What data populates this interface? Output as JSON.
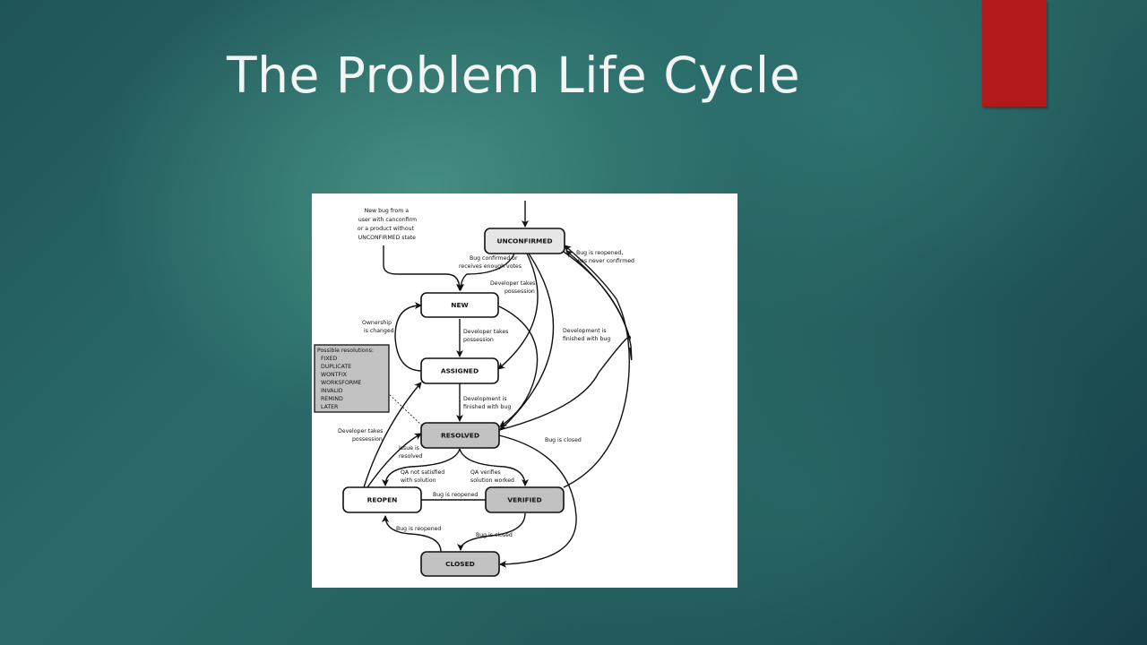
{
  "slide": {
    "title": "The Problem Life Cycle",
    "accent_color": "#b3181b"
  },
  "diagram": {
    "nodes": {
      "unconfirmed": "UNCONFIRMED",
      "new": "NEW",
      "assigned": "ASSIGNED",
      "resolved": "RESOLVED",
      "reopen": "REOPEN",
      "verified": "VERIFIED",
      "closed": "CLOSED"
    },
    "edge_labels": {
      "new_bug_source": [
        "New bug from a",
        "user with canconfirm",
        "or a product without",
        "UNCONFIRMED state"
      ],
      "bug_confirmed": [
        "Bug confirmed or",
        "receives enough votes"
      ],
      "reopened_never_confirmed": [
        "Bug is reopened,",
        "was never confirmed"
      ],
      "dev_takes_possession_top": [
        "Developer takes",
        "possession"
      ],
      "ownership_changed": [
        "Ownership",
        "is changed"
      ],
      "dev_takes_possession_mid": [
        "Developer takes",
        "possession"
      ],
      "dev_finished_right": [
        "Development is",
        "finished with bug"
      ],
      "dev_finished_mid": [
        "Development is",
        "finished with bug"
      ],
      "dev_takes_possession_left": [
        "Developer takes",
        "possession"
      ],
      "issue_resolved": [
        "Issue is",
        "resolved"
      ],
      "bug_closed_right": "Bug is closed",
      "qa_not_satisfied": [
        "QA not satisfied",
        "with solution"
      ],
      "qa_verifies": [
        "QA verifies",
        "solution worked"
      ],
      "bug_reopened_mid": "Bug is reopened",
      "bug_reopened_bottom": "Bug is reopened",
      "bug_closed_bottom": "Bug is closed"
    },
    "resolutions": {
      "heading": "Possible resolutions:",
      "items": [
        "FIXED",
        "DUPLICATE",
        "WONTFIX",
        "WORKSFORME",
        "INVALID",
        "REMIND",
        "LATER"
      ]
    }
  }
}
